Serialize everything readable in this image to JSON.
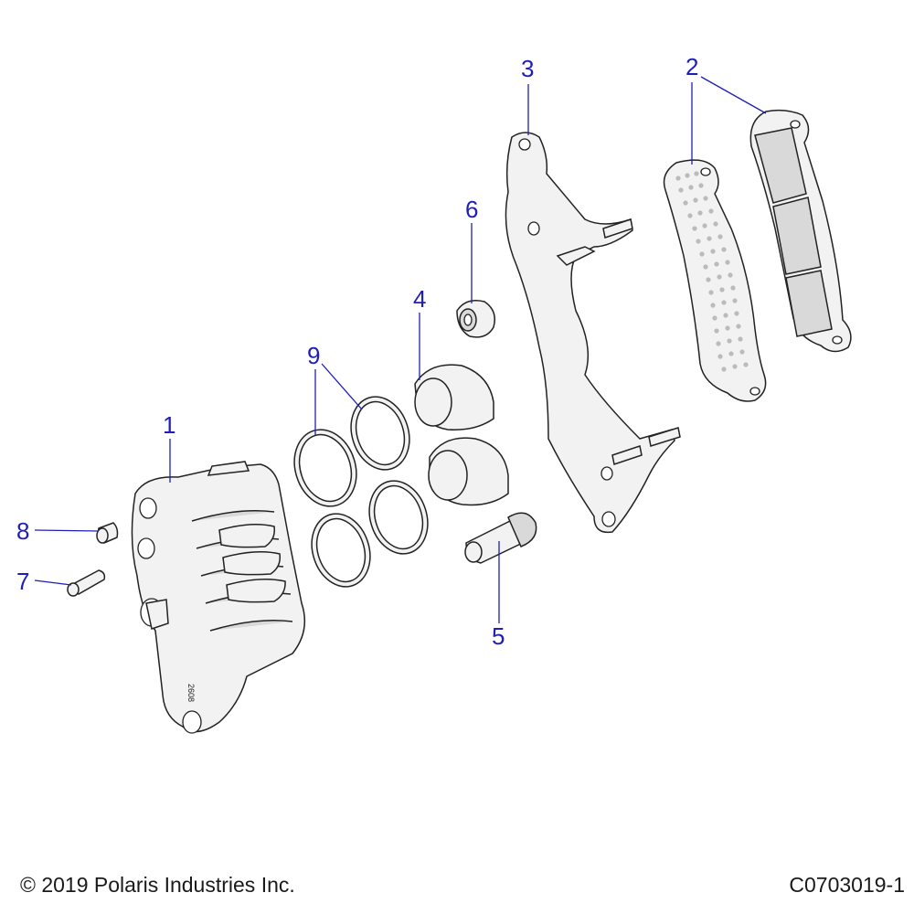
{
  "diagram": {
    "callouts": [
      {
        "id": "1",
        "label": "1"
      },
      {
        "id": "2",
        "label": "2"
      },
      {
        "id": "3",
        "label": "3"
      },
      {
        "id": "4",
        "label": "4"
      },
      {
        "id": "5",
        "label": "5"
      },
      {
        "id": "6",
        "label": "6"
      },
      {
        "id": "7",
        "label": "7"
      },
      {
        "id": "8",
        "label": "8"
      },
      {
        "id": "9",
        "label": "9"
      }
    ],
    "caliper_marking": "2608"
  },
  "footer": {
    "copyright": "© 2019 Polaris Industries Inc.",
    "drawing_number": "C0703019-1"
  },
  "colors": {
    "callout": "#1f1fb8",
    "line": "#222222",
    "part_fill": "#f2f2f2"
  }
}
